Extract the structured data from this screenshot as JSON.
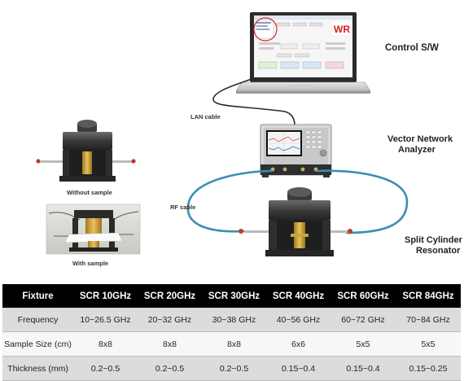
{
  "labels": {
    "control_sw": "Control S/W",
    "lan_cable": "LAN cable",
    "vna_line1": "Vector Network",
    "vna_line2": "Analyzer",
    "rf_cable": "RF cable",
    "scr_line1": "Split Cylinder",
    "scr_line2": "Resonator",
    "without_sample": "Without sample",
    "with_sample": "With sample",
    "software_logo": "WR"
  },
  "colors": {
    "cable": "#3a8fb0",
    "table_header_bg": "#000000",
    "table_row_shade": "#dcdcdc",
    "logo_red": "#d0201a",
    "logo_yellow": "#f0c020"
  },
  "table": {
    "headers": [
      "Fixture",
      "SCR 10GHz",
      "SCR 20GHz",
      "SCR 30GHz",
      "SCR 40GHz",
      "SCR 60GHz",
      "SCR 84GHz"
    ],
    "rows": [
      [
        "Frequency",
        "10~26.5 GHz",
        "20~32 GHz",
        "30~38 GHz",
        "40~56 GHz",
        "60~72 GHz",
        "70~84 GHz"
      ],
      [
        "Sample Size (cm)",
        "8x8",
        "8x8",
        "8x8",
        "6x6",
        "5x5",
        "5x5"
      ],
      [
        "Thickness (mm)",
        "0.2~0.5",
        "0.2~0.5",
        "0.2~0.5",
        "0.15~0.4",
        "0.15~0.4",
        "0.15~0.25"
      ]
    ]
  }
}
